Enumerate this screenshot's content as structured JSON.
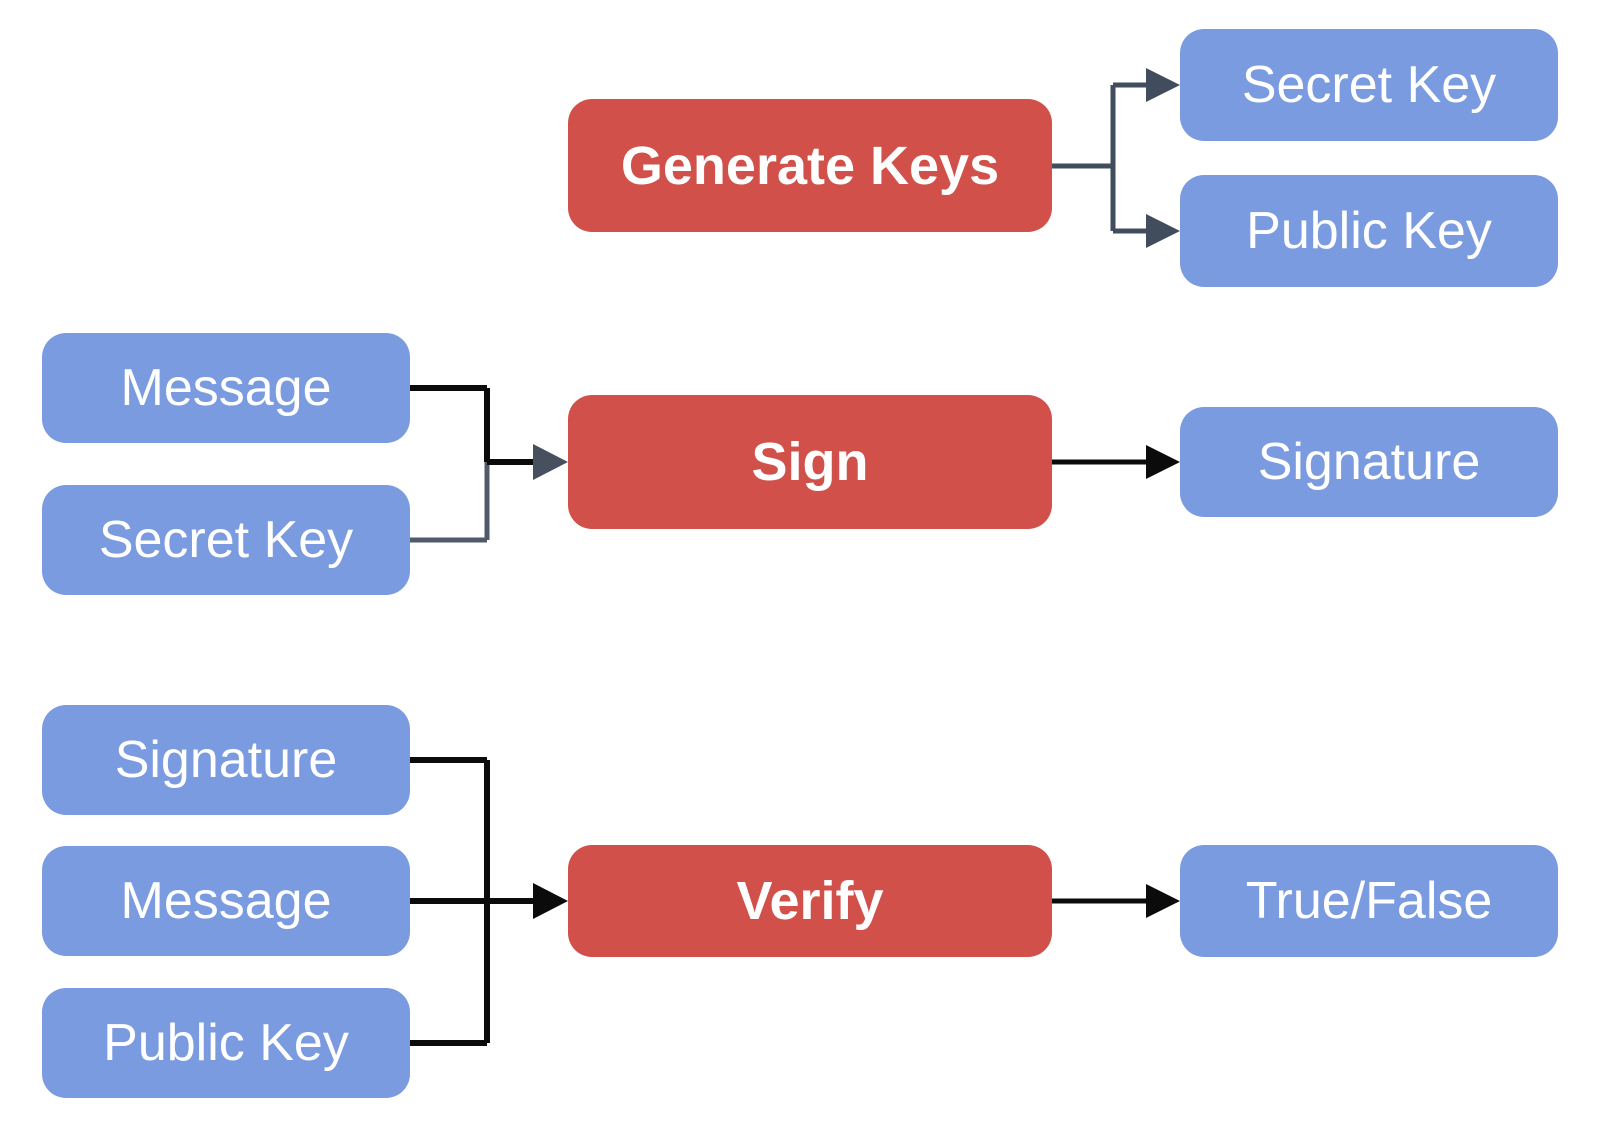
{
  "diagram": {
    "description": "Digital signature scheme flowchart",
    "colors": {
      "bg": "#ffffff",
      "process_fill": "#D15049",
      "data_fill": "#7B9BE0",
      "text": "#ffffff",
      "connector_slate": "#414D5C",
      "connector_slate_light": "#505A6B",
      "connector_black": "#0b0b0b"
    },
    "nodes": [
      {
        "id": "generate-keys",
        "type": "process",
        "label": "Generate Keys"
      },
      {
        "id": "secret-key-output",
        "type": "data",
        "label": "Secret Key"
      },
      {
        "id": "public-key-output",
        "type": "data",
        "label": "Public Key"
      },
      {
        "id": "message-sign-input",
        "type": "data",
        "label": "Message"
      },
      {
        "id": "secret-key-sign-input",
        "type": "data",
        "label": "Secret Key"
      },
      {
        "id": "sign",
        "type": "process",
        "label": "Sign"
      },
      {
        "id": "signature-output",
        "type": "data",
        "label": "Signature"
      },
      {
        "id": "signature-verify-input",
        "type": "data",
        "label": "Signature"
      },
      {
        "id": "message-verify-input",
        "type": "data",
        "label": "Message"
      },
      {
        "id": "public-key-verify-input",
        "type": "data",
        "label": "Public Key"
      },
      {
        "id": "verify",
        "type": "process",
        "label": "Verify"
      },
      {
        "id": "true-false-output",
        "type": "data",
        "label": "True/False"
      }
    ],
    "edges": [
      {
        "from": "generate-keys",
        "to": "secret-key-output"
      },
      {
        "from": "generate-keys",
        "to": "public-key-output"
      },
      {
        "from": "message-sign-input",
        "to": "sign"
      },
      {
        "from": "secret-key-sign-input",
        "to": "sign"
      },
      {
        "from": "sign",
        "to": "signature-output"
      },
      {
        "from": "signature-verify-input",
        "to": "verify"
      },
      {
        "from": "message-verify-input",
        "to": "verify"
      },
      {
        "from": "public-key-verify-input",
        "to": "verify"
      },
      {
        "from": "verify",
        "to": "true-false-output"
      }
    ]
  }
}
